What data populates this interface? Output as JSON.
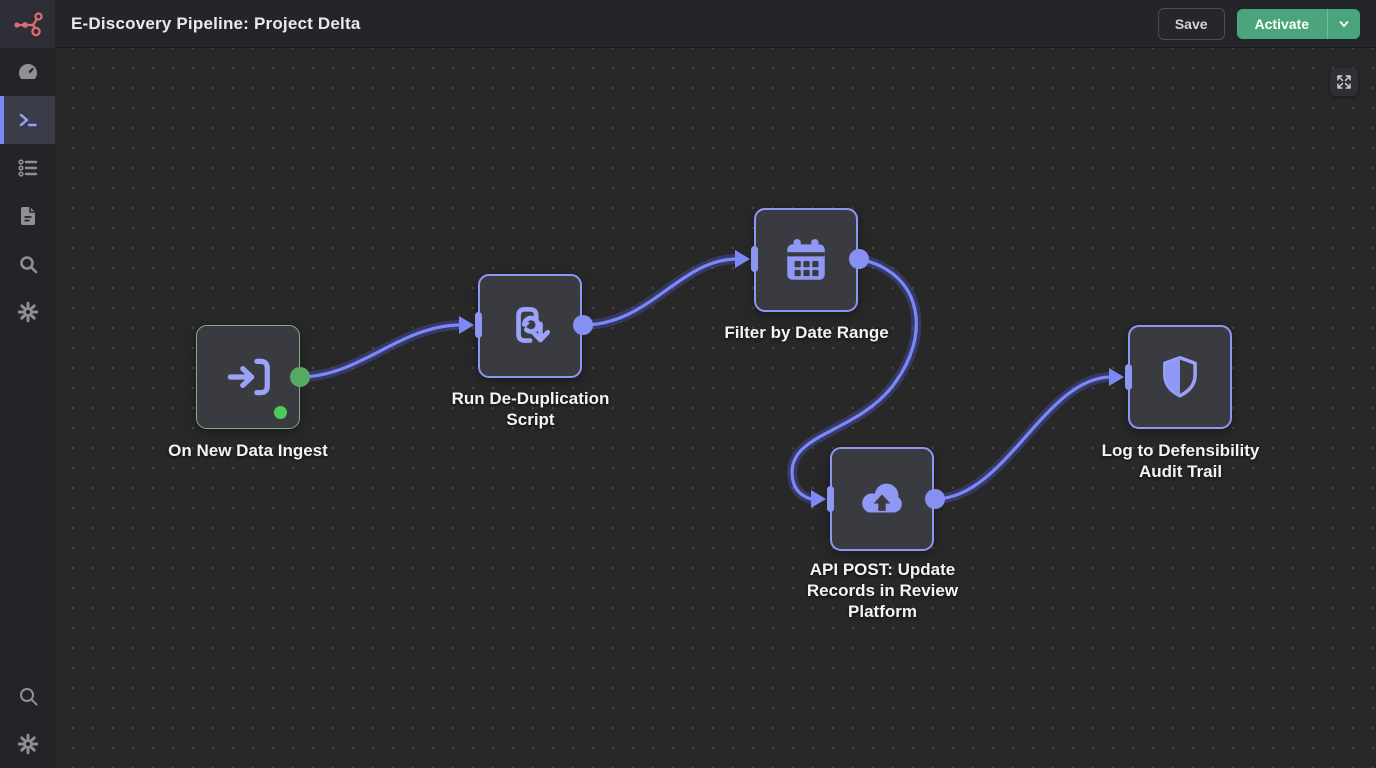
{
  "header": {
    "title": "E-Discovery Pipeline: Project Delta",
    "save_label": "Save",
    "activate_label": "Activate",
    "logo": "node-graph-logo",
    "colors": {
      "activate_green": "#4aa57d",
      "logo_red": "#df6b74",
      "header_bg": "#24252b"
    }
  },
  "sidebar": {
    "top_items": [
      {
        "id": "overview",
        "icon": "gauge-icon",
        "active": false
      },
      {
        "id": "workflow",
        "icon": "terminal-icon",
        "active": true
      },
      {
        "id": "executions",
        "icon": "list-icon",
        "active": false
      },
      {
        "id": "documents",
        "icon": "document-icon",
        "active": false
      },
      {
        "id": "search",
        "icon": "search-icon",
        "active": false
      },
      {
        "id": "settings",
        "icon": "gear-icon",
        "active": false
      }
    ],
    "bottom_items": [
      {
        "id": "search-bottom",
        "icon": "search-icon"
      },
      {
        "id": "settings-bottom",
        "icon": "gear-icon"
      }
    ]
  },
  "canvas": {
    "accent_color": "#7c88f8",
    "trigger_green": "#7fae8a",
    "status_green": "#4ccb5a",
    "controls": {
      "fit_view_icon": "expand-arrows-icon"
    },
    "nodes": [
      {
        "label": "On New Data Ingest",
        "icon": "ingest-arrow-icon",
        "type": "trigger",
        "status": "success"
      },
      {
        "label": "Run De-Duplication Script",
        "icon": "dedup-sync-icon",
        "type": "action"
      },
      {
        "label": "Filter by Date Range",
        "icon": "calendar-icon",
        "type": "action"
      },
      {
        "label": "API POST: Update Records in Review Platform",
        "icon": "cloud-upload-icon",
        "type": "action"
      },
      {
        "label": "Log to Defensibility Audit Trail",
        "icon": "shield-icon",
        "type": "action"
      }
    ],
    "connections": [
      {
        "from": "On New Data Ingest",
        "to": "Run De-Duplication Script"
      },
      {
        "from": "Run De-Duplication Script",
        "to": "Filter by Date Range"
      },
      {
        "from": "Filter by Date Range",
        "to": "API POST: Update Records in Review Platform"
      },
      {
        "from": "API POST: Update Records in Review Platform",
        "to": "Log to Defensibility Audit Trail"
      }
    ]
  }
}
